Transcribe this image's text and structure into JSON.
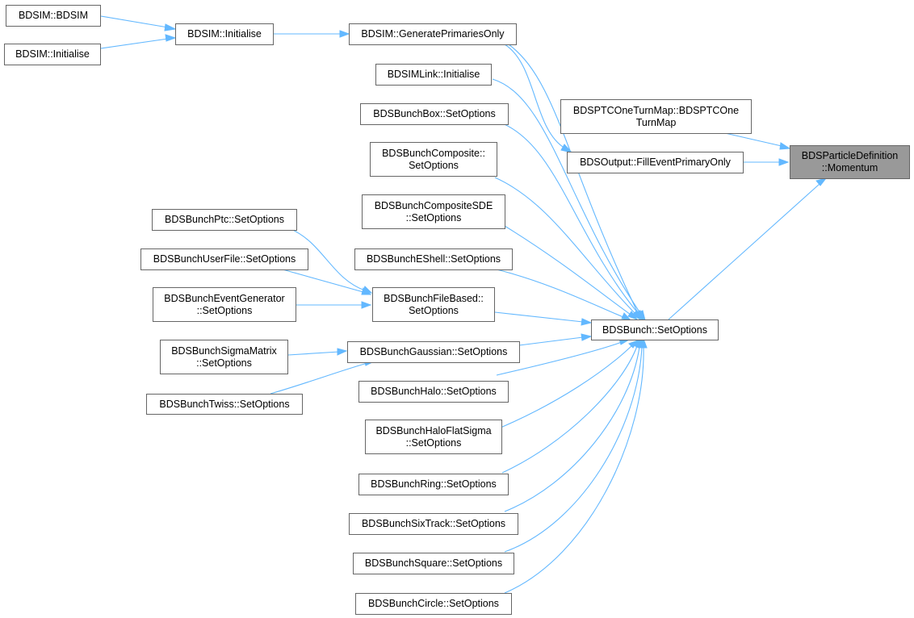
{
  "colors": {
    "edge": "#63b8ff",
    "node_border": "#666666",
    "focus_fill": "#999999",
    "background": "#ffffff"
  },
  "nodes": {
    "bdsim_ctor": {
      "lines": [
        "BDSIM::BDSIM"
      ]
    },
    "bdsim_initialise_a": {
      "lines": [
        "BDSIM::Initialise"
      ]
    },
    "bdsim_initialise_b": {
      "lines": [
        "BDSIM::Initialise"
      ]
    },
    "generate_primaries_only": {
      "lines": [
        "BDSIM::GeneratePrimariesOnly"
      ]
    },
    "bdsimlink_initialise": {
      "lines": [
        "BDSIMLink::Initialise"
      ]
    },
    "bunchbox_setoptions": {
      "lines": [
        "BDSBunchBox::SetOptions"
      ]
    },
    "bunchcomposite_setoptions": {
      "lines": [
        "BDSBunchComposite::",
        "SetOptions"
      ]
    },
    "bunchcompositesde_setoptions": {
      "lines": [
        "BDSBunchCompositeSDE",
        "::SetOptions"
      ]
    },
    "bunchptc_setoptions": {
      "lines": [
        "BDSBunchPtc::SetOptions"
      ]
    },
    "bunchuserfile_setoptions": {
      "lines": [
        "BDSBunchUserFile::SetOptions"
      ]
    },
    "bunchishell_setoptions": {
      "lines": [
        "BDSBunchEShell::SetOptions"
      ]
    },
    "buncheventgenerator_setoptions": {
      "lines": [
        "BDSBunchEventGenerator",
        "::SetOptions"
      ]
    },
    "bunchfilebased_setoptions": {
      "lines": [
        "BDSBunchFileBased::",
        "SetOptions"
      ]
    },
    "bunchsigmamatrix_setoptions": {
      "lines": [
        "BDSBunchSigmaMatrix",
        "::SetOptions"
      ]
    },
    "bunchgaussian_setoptions": {
      "lines": [
        "BDSBunchGaussian::SetOptions"
      ]
    },
    "bunchtwiss_setoptions": {
      "lines": [
        "BDSBunchTwiss::SetOptions"
      ]
    },
    "bunchhalo_setoptions": {
      "lines": [
        "BDSBunchHalo::SetOptions"
      ]
    },
    "bunchhaloflatsigma_setoptions": {
      "lines": [
        "BDSBunchHaloFlatSigma",
        "::SetOptions"
      ]
    },
    "bunchring_setoptions": {
      "lines": [
        "BDSBunchRing::SetOptions"
      ]
    },
    "bunchsixtrack_setoptions": {
      "lines": [
        "BDSBunchSixTrack::SetOptions"
      ]
    },
    "bunchsquare_setoptions": {
      "lines": [
        "BDSBunchSquare::SetOptions"
      ]
    },
    "bunchcircle_setoptions": {
      "lines": [
        "BDSBunchCircle::SetOptions"
      ]
    },
    "bunch_setoptions": {
      "lines": [
        "BDSBunch::SetOptions"
      ]
    },
    "ptconeturnmap_ctor": {
      "lines": [
        "BDSPTCOneTurnMap::BDSPTCOne",
        "TurnMap"
      ]
    },
    "output_filleventprimaryonly": {
      "lines": [
        "BDSOutput::FillEventPrimaryOnly"
      ]
    },
    "particledefinition_momentum": {
      "lines": [
        "BDSParticleDefinition",
        "::Momentum"
      ]
    }
  },
  "edges": [
    [
      "bdsim_ctor",
      "bdsim_initialise_b"
    ],
    [
      "bdsim_initialise_a",
      "bdsim_initialise_b"
    ],
    [
      "bdsim_initialise_b",
      "generate_primaries_only"
    ],
    [
      "generate_primaries_only",
      "output_filleventprimaryonly"
    ],
    [
      "generate_primaries_only",
      "bunch_setoptions"
    ],
    [
      "bdsimlink_initialise",
      "bunch_setoptions"
    ],
    [
      "bunchbox_setoptions",
      "bunch_setoptions"
    ],
    [
      "bunchcomposite_setoptions",
      "bunch_setoptions"
    ],
    [
      "bunchcompositesde_setoptions",
      "bunch_setoptions"
    ],
    [
      "bunchishell_setoptions",
      "bunch_setoptions"
    ],
    [
      "bunchptc_setoptions",
      "bunchfilebased_setoptions"
    ],
    [
      "bunchuserfile_setoptions",
      "bunchfilebased_setoptions"
    ],
    [
      "buncheventgenerator_setoptions",
      "bunchfilebased_setoptions"
    ],
    [
      "bunchfilebased_setoptions",
      "bunch_setoptions"
    ],
    [
      "bunchsigmamatrix_setoptions",
      "bunchgaussian_setoptions"
    ],
    [
      "bunchtwiss_setoptions",
      "bunchgaussian_setoptions"
    ],
    [
      "bunchgaussian_setoptions",
      "bunch_setoptions"
    ],
    [
      "bunchhalo_setoptions",
      "bunch_setoptions"
    ],
    [
      "bunchhaloflatsigma_setoptions",
      "bunch_setoptions"
    ],
    [
      "bunchring_setoptions",
      "bunch_setoptions"
    ],
    [
      "bunchsixtrack_setoptions",
      "bunch_setoptions"
    ],
    [
      "bunchsquare_setoptions",
      "bunch_setoptions"
    ],
    [
      "bunchcircle_setoptions",
      "bunch_setoptions"
    ],
    [
      "bunch_setoptions",
      "particledefinition_momentum"
    ],
    [
      "ptconeturnmap_ctor",
      "particledefinition_momentum"
    ],
    [
      "output_filleventprimaryonly",
      "particledefinition_momentum"
    ]
  ]
}
